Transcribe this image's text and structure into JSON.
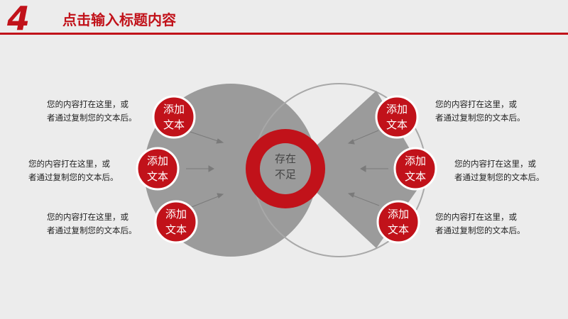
{
  "header": {
    "number": "4",
    "title": "点击输入标题内容"
  },
  "center": {
    "label_line1": "存在",
    "label_line2": "不足"
  },
  "bubbles": [
    {
      "line1": "添加",
      "line2": "文本"
    },
    {
      "line1": "添加",
      "line2": "文本"
    },
    {
      "line1": "添加",
      "line2": "文本"
    },
    {
      "line1": "添加",
      "line2": "文本"
    },
    {
      "line1": "添加",
      "line2": "文本"
    },
    {
      "line1": "添加",
      "line2": "文本"
    }
  ],
  "texts": [
    {
      "line1": "您的内容打在这里，或",
      "line2": "者通过复制您的文本后。"
    },
    {
      "line1": "您的内容打在这里，或",
      "line2": "者通过复制您的文本后。"
    },
    {
      "line1": "您的内容打在这里，或",
      "line2": "者通过复制您的文本后。"
    },
    {
      "line1": "您的内容打在这里，或",
      "line2": "者通过复制您的文本后。"
    },
    {
      "line1": "您的内容打在这里，或",
      "line2": "者通过复制您的文本后。"
    },
    {
      "line1": "您的内容打在这里，或",
      "line2": "者通过复制您的文本后。"
    }
  ],
  "colors": {
    "accent": "#c1121a",
    "gray": "#9b9b9b",
    "outline": "#a8a8a8"
  }
}
